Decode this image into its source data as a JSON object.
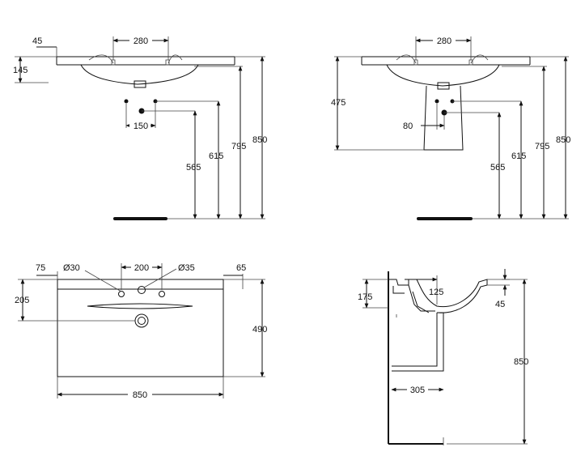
{
  "views": {
    "top_left": {
      "dim_tap_spacing": "280",
      "dim_edge": "45",
      "dim_depth": "145",
      "dim_waste_spacing": "150",
      "dim_h1": "565",
      "dim_h2": "615",
      "dim_h3": "795",
      "dim_h4": "850"
    },
    "top_right": {
      "dim_tap_spacing": "280",
      "dim_pedestal": "475",
      "dim_offset": "80",
      "dim_h1": "565",
      "dim_h2": "615",
      "dim_h3": "795",
      "dim_h4": "850"
    },
    "plan": {
      "dim_left_edge": "75",
      "dim_left_hole": "Ø30",
      "dim_hole_spacing": "200",
      "dim_right_hole": "Ø35",
      "dim_right_edge": "65",
      "dim_depth_to_hole": "205",
      "dim_depth": "490",
      "dim_width": "850"
    },
    "side": {
      "dim_rim": "175",
      "dim_inner": "125",
      "dim_lip": "45",
      "dim_projection": "305",
      "dim_height": "850"
    }
  },
  "colors": {
    "line": "#111111",
    "background": "#ffffff"
  }
}
